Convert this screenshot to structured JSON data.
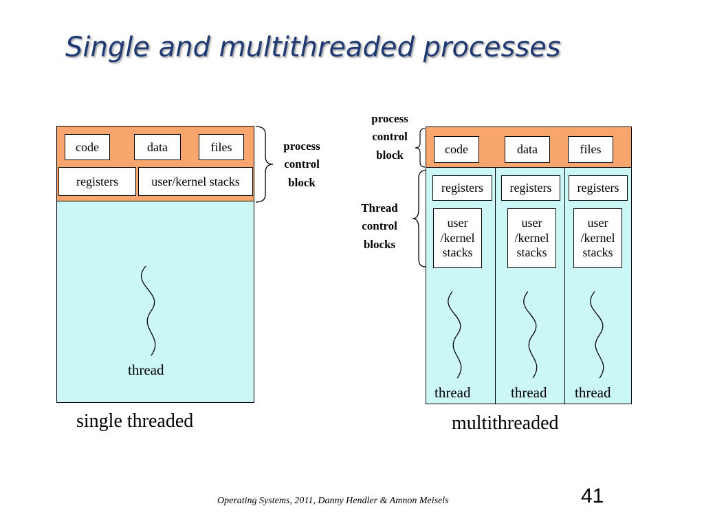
{
  "title": "Single and multithreaded processes",
  "single": {
    "code": "code",
    "data": "data",
    "files": "files",
    "registers": "registers",
    "stacks": "user/kernel stacks",
    "pcb_label": [
      "process",
      "control",
      "block"
    ],
    "thread": "thread",
    "caption": "single threaded"
  },
  "multi": {
    "code": "code",
    "data": "data",
    "files": "files",
    "pcb_label": [
      "process",
      "control",
      "block"
    ],
    "tcb_label": [
      "Thread",
      "control",
      "blocks"
    ],
    "threads": [
      {
        "registers": "registers",
        "stack_lines": [
          "user",
          "/kernel",
          "stacks"
        ],
        "thread": "thread"
      },
      {
        "registers": "registers",
        "stack_lines": [
          "user",
          "/kernel",
          "stacks"
        ],
        "thread": "thread"
      },
      {
        "registers": "registers",
        "stack_lines": [
          "user",
          "/kernel",
          "stacks"
        ],
        "thread": "thread"
      }
    ],
    "caption": "multithreaded"
  },
  "footer": "Operating Systems,  2011, Danny Hendler  &  Amnon Meisels",
  "page_number": "41",
  "colors": {
    "pcb": "#f9a56e",
    "process_body": "#ccf7f7",
    "title": "#1f3a73"
  }
}
